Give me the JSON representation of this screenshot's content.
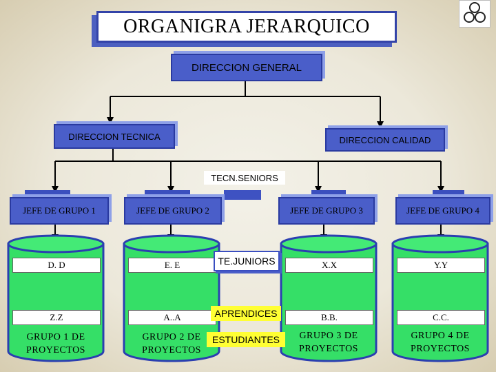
{
  "title": "ORGANIGRA JERARQUICO",
  "nodes": {
    "direccion_general": "DIRECCION GENERAL",
    "direccion_tecnica": "DIRECCION TECNICA",
    "direccion_calidad": "DIRECCION CALIDAD",
    "tecn_seniors": "TECN.SENIORS",
    "te_juniors": "TE.JUNIORS",
    "aprendices": "APRENDICES",
    "estudiantes": "ESTUDIANTES"
  },
  "groups": [
    {
      "jefe": "JEFE DE GRUPO 1",
      "top": "D. D",
      "middle": "Z.Z",
      "group": "GRUPO 1 DE PROYECTOS"
    },
    {
      "jefe": "JEFE DE GRUPO 2",
      "top": "E. E",
      "middle": "A..A",
      "group": "GRUPO 2 DE PROYECTOS"
    },
    {
      "jefe": "JEFE DE GRUPO 3",
      "top": "X.X",
      "middle": "B.B.",
      "group": "GRUPO 3 DE PROYECTOS"
    },
    {
      "jefe": "JEFE DE GRUPO 4",
      "top": "Y.Y",
      "middle": "C.C.",
      "group": "GRUPO 4 DE PROYECTOS"
    }
  ],
  "colors": {
    "box": "#4a5ec9",
    "cylinder": "#33e066",
    "highlight": "#ffff33"
  },
  "icons": {
    "logo": "corner-logo-icon"
  }
}
